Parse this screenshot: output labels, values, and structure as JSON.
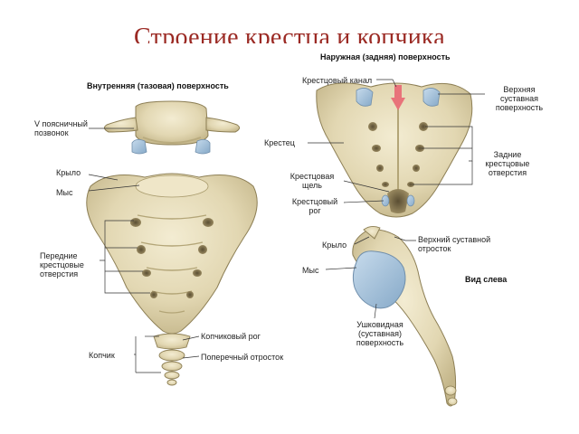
{
  "title": "Строение крестца и копчика",
  "left_panel": {
    "header": "Внутренняя (тазовая) поверхность",
    "labels": {
      "l5": "V поясничный\nпозвонок",
      "wing": "Крыло",
      "promontory": "Мыс",
      "anterior_foramina": "Передние\nкрестцовые\nотверстия",
      "coccyx": "Копчик",
      "coccygeal_horn": "Копчиковый рог",
      "transverse_process": "Поперечный отросток"
    }
  },
  "right_panel": {
    "header": "Наружная (задняя) поверхность",
    "labels": {
      "sacral_canal": "Крестцовый канал",
      "sup_articular_surface": "Верхняя\nсуставная\nповерхность",
      "sacrum": "Крестец",
      "posterior_foramina": "Задние\nкрестцовые\nотверстия",
      "sacral_hiatus": "Крестцовая\nщель",
      "sacral_horn": "Крестцовый\nрог"
    }
  },
  "lateral_panel": {
    "header": "Вид слева",
    "labels": {
      "wing": "Крыло",
      "promontory": "Мыс",
      "sup_articular_process": "Верхний суставной\nотросток",
      "auricular_surface": "Ушковидная\n(суставная)\nповерхность"
    }
  },
  "colors": {
    "title": "#9b2a24",
    "bone": "#e6dcb9",
    "bone_shadow": "#b9ab7e",
    "bone_outline": "#8d7f55",
    "cartilage": "#a9c4dc",
    "canal_arrow": "#e8737a",
    "leader": "#333333"
  }
}
